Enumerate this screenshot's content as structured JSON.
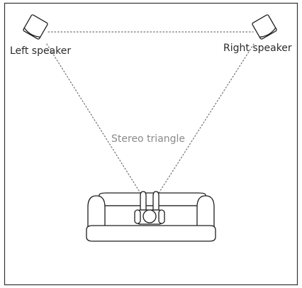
{
  "labels": {
    "left_speaker": "Left speaker",
    "right_speaker": "Right speaker",
    "stereo_triangle": "Stereo triangle"
  },
  "colors": {
    "line": "#1e1e1e",
    "dotted_line": "#6f6f6f",
    "triangle_label": "#8a8a8a",
    "speaker_label": "#2a2a2a",
    "background": "#ffffff"
  }
}
